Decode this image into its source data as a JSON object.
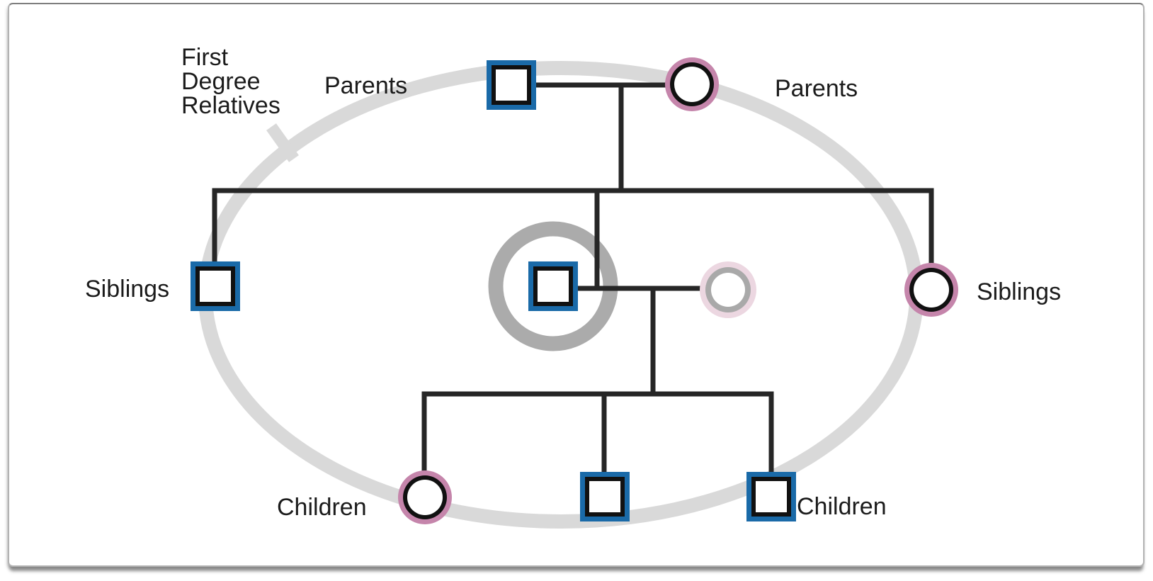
{
  "title": "First degree relatives pedigree diagram",
  "first_degree_label": {
    "text": "First Degree Relatives",
    "lines": [
      "First",
      "Degree",
      "Relatives"
    ]
  },
  "labels": {
    "parents_left": "Parents",
    "parents_right": "Parents",
    "siblings_left": "Siblings",
    "siblings_right": "Siblings",
    "children_left": "Children",
    "children_right": "Children"
  },
  "individuals": [
    {
      "role": "father",
      "symbol": "square-male",
      "group": "parents"
    },
    {
      "role": "mother",
      "symbol": "circle-female",
      "group": "parents"
    },
    {
      "role": "sibling-left",
      "symbol": "square-male",
      "group": "siblings"
    },
    {
      "role": "proband",
      "symbol": "square-male",
      "group": "self",
      "highlighted": true
    },
    {
      "role": "partner",
      "symbol": "circle-female",
      "group": "partner",
      "faded": true
    },
    {
      "role": "sibling-right",
      "symbol": "circle-female",
      "group": "siblings"
    },
    {
      "role": "child-left",
      "symbol": "circle-female",
      "group": "children"
    },
    {
      "role": "child-middle",
      "symbol": "square-male",
      "group": "children"
    },
    {
      "role": "child-right",
      "symbol": "square-male",
      "group": "children"
    }
  ],
  "colors": {
    "male_border": "#1a6aa8",
    "female_border": "#c585ab",
    "symbol_outline": "#111111",
    "symbol_fill": "#ffffff",
    "faded_border": "#ecd7e1",
    "faded_outline": "#a9a9a9",
    "highlight_ring": "#ababab",
    "boundary_gray": "#d9d9d9",
    "line_color": "#262626",
    "text_color": "#1b1b1b"
  }
}
